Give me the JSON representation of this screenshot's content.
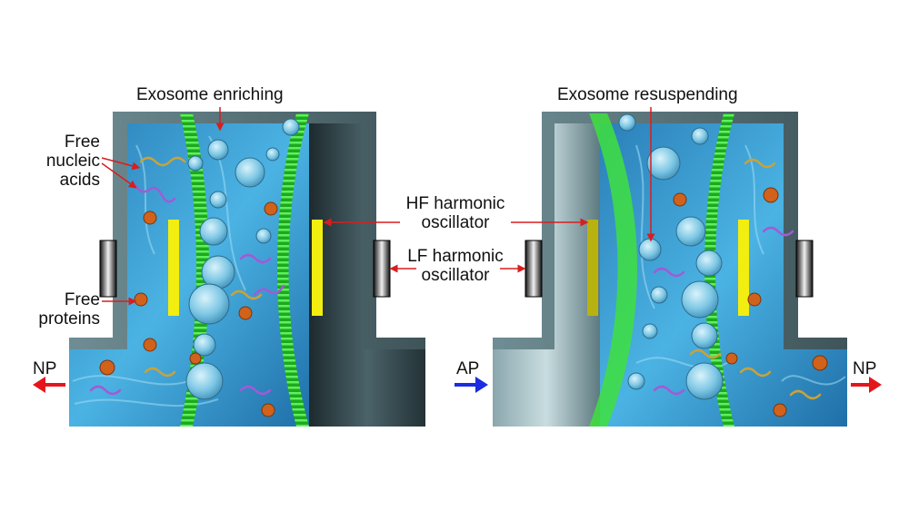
{
  "labels": {
    "exosome_enriching": "Exosome enriching",
    "exosome_resuspending": "Exosome resuspending",
    "free_nucleic_acids": [
      "Free",
      "nucleic",
      "acids"
    ],
    "free_proteins": [
      "Free",
      "proteins"
    ],
    "hf_oscillator": [
      "HF harmonic",
      "oscillator"
    ],
    "lf_oscillator": [
      "LF harmonic",
      "oscillator"
    ],
    "np_left": "NP",
    "np_right": "NP",
    "ap": "AP"
  },
  "colors": {
    "housing": "#4f6b72",
    "housing_dark": "#2e3d42",
    "fluid": "#2a8ec9",
    "fluid_light": "#7fd0ef",
    "membrane": "#2fd12f",
    "hf_plate": "#f2ee10",
    "lf_transducer": "#1b1b1b",
    "exosome": "#8fd4ee",
    "protein": "#d0621c",
    "arrow_red": "#e5161b",
    "arrow_blue": "#1b2de0",
    "pointer_red": "#d81e1e"
  }
}
